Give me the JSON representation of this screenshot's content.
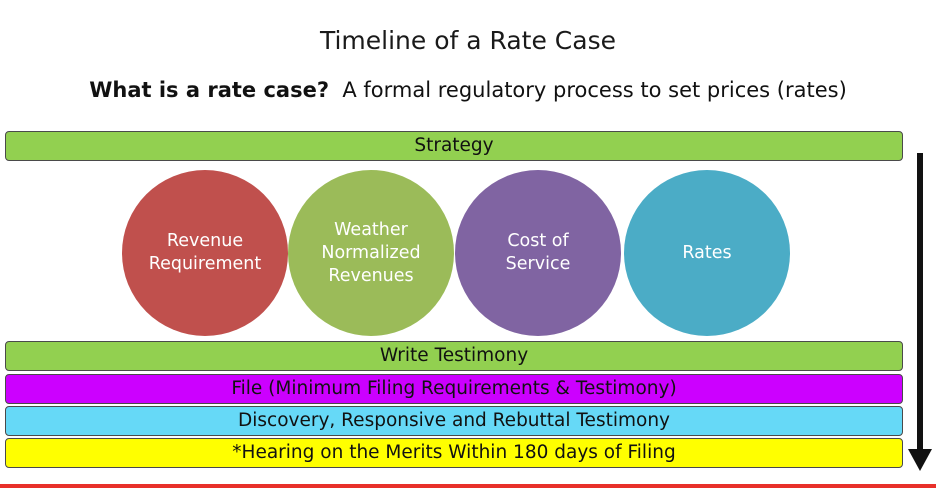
{
  "title": "Timeline of a Rate Case",
  "subtitle": {
    "question": "What is a rate case?",
    "answer": "A formal regulatory process to set prices (rates)"
  },
  "bars": {
    "strategy": "Strategy",
    "write_testimony": "Write Testimony",
    "file": "File (Minimum Filing Requirements & Testimony)",
    "discovery": "Discovery, Responsive and Rebuttal Testimony",
    "hearing": "*Hearing on the Merits Within 180 days of Filing"
  },
  "circles": {
    "revenue_requirement": "Revenue\nRequirement",
    "weather_normalized": "Weather\nNormalized\nRevenues",
    "cost_of_service": "Cost of\nService",
    "rates": "Rates"
  },
  "colors": {
    "green_bar": "#92d050",
    "magenta_bar": "#cc00ff",
    "cyan_bar": "#66d9f7",
    "yellow_bar": "#ffff00",
    "red_circle": "#c0504d",
    "green_circle": "#9bbb59",
    "purple_circle": "#8064a2",
    "blue_circle": "#4bacc6",
    "accent_line": "#e8302a"
  }
}
